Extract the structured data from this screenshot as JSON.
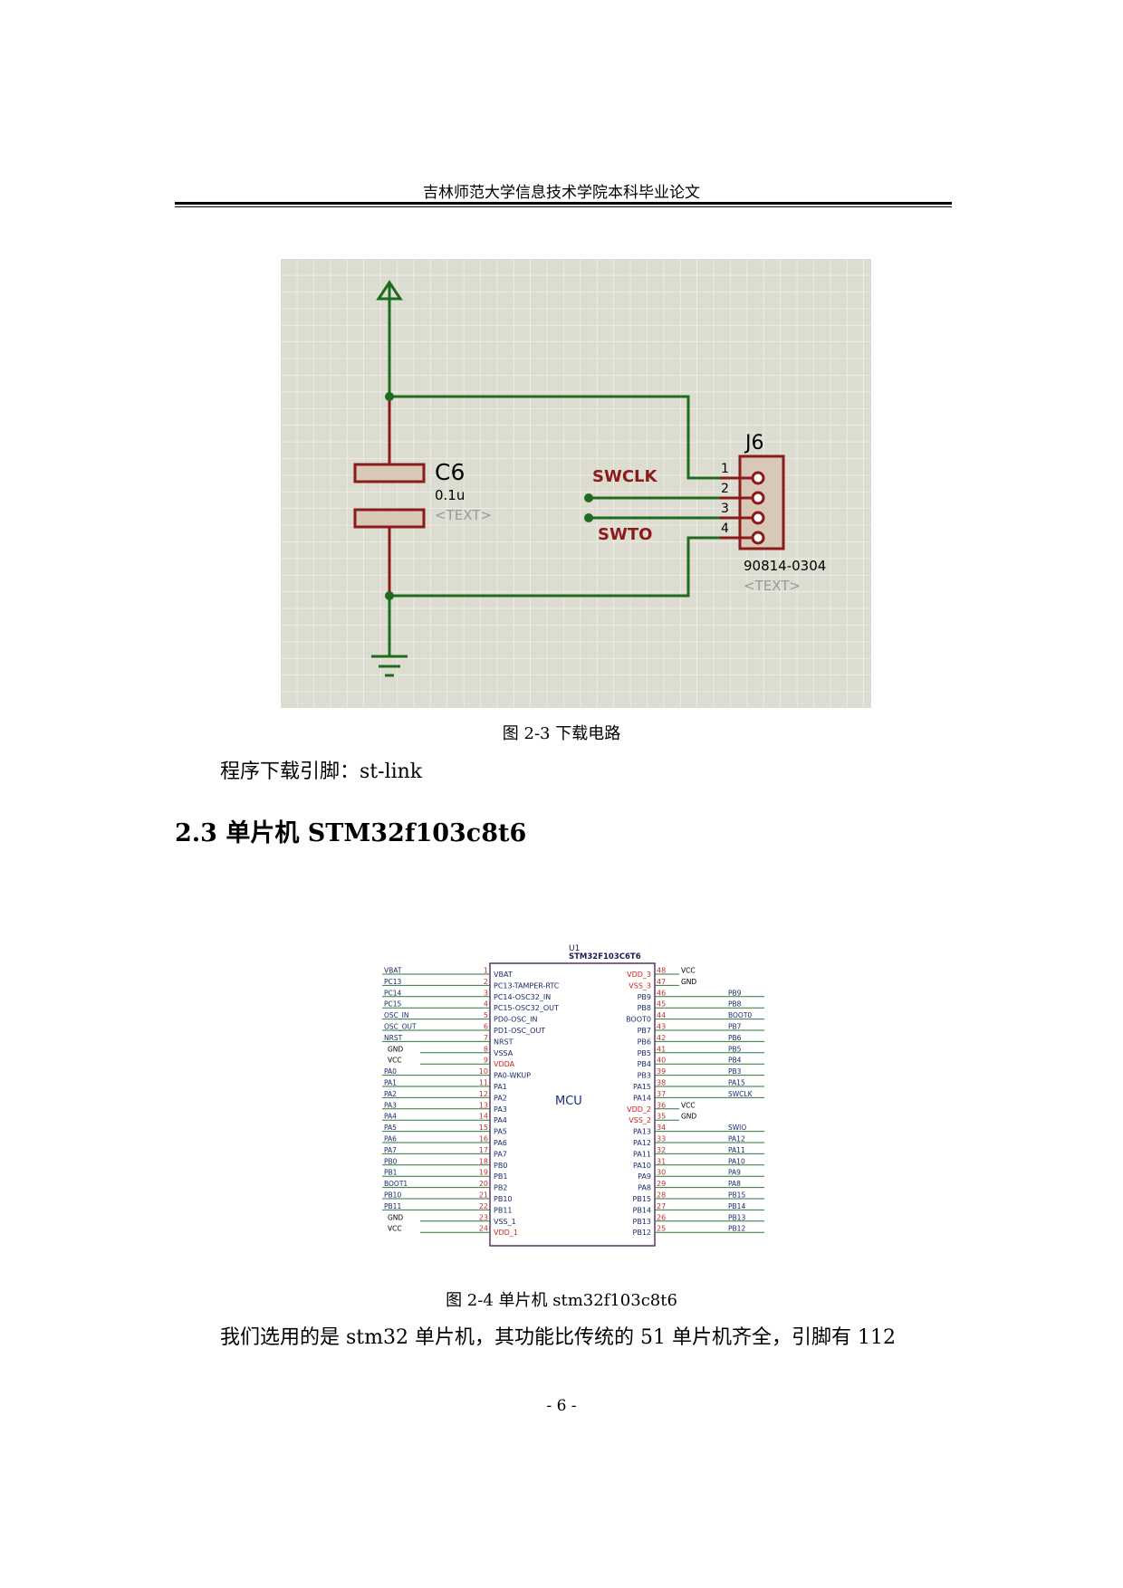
{
  "header": {
    "title": "吉林师范大学信息技术学院本科毕业论文"
  },
  "figure1": {
    "capacitor_ref": "C6",
    "capacitor_value": "0.1u",
    "capacitor_text": "<TEXT>",
    "connector_ref": "J6",
    "connector_part": "90814-0304",
    "connector_text": "<TEXT>",
    "net_swclk": "SWCLK",
    "net_swto": "SWTO",
    "pins": [
      "1",
      "2",
      "3",
      "4"
    ],
    "caption": "图 2-3 下载电路",
    "colors": {
      "wire": "#1f6b1f",
      "component": "#8b1a1a",
      "grid_bg": "#dcdcd0",
      "grid_line": "#f4f4ee"
    }
  },
  "paragraph1": "程序下载引脚：st-link",
  "section_heading": "2.3 单片机 STM32f103c8t6",
  "figure2": {
    "ref": "U1",
    "part": "STM32F103C6T6",
    "center_label": "MCU",
    "left_pins": [
      {
        "n": "1",
        "name": "VBAT",
        "net": "VBAT"
      },
      {
        "n": "2",
        "name": "PC13-TAMPER-RTC",
        "net": "PC13"
      },
      {
        "n": "3",
        "name": "PC14-OSC32_IN",
        "net": "PC14"
      },
      {
        "n": "4",
        "name": "PC15-OSC32_OUT",
        "net": "PC15"
      },
      {
        "n": "5",
        "name": "PD0-OSC_IN",
        "net": "OSC_IN"
      },
      {
        "n": "6",
        "name": "PD1-OSC_OUT",
        "net": "OSC_OUT"
      },
      {
        "n": "7",
        "name": "NRST",
        "net": "NRST"
      },
      {
        "n": "8",
        "name": "VSSA",
        "net": "GND"
      },
      {
        "n": "9",
        "name": "VDDA",
        "net": "VCC"
      },
      {
        "n": "10",
        "name": "PA0-WKUP",
        "net": "PA0"
      },
      {
        "n": "11",
        "name": "PA1",
        "net": "PA1"
      },
      {
        "n": "12",
        "name": "PA2",
        "net": "PA2"
      },
      {
        "n": "13",
        "name": "PA3",
        "net": "PA3"
      },
      {
        "n": "14",
        "name": "PA4",
        "net": "PA4"
      },
      {
        "n": "15",
        "name": "PA5",
        "net": "PA5"
      },
      {
        "n": "16",
        "name": "PA6",
        "net": "PA6"
      },
      {
        "n": "17",
        "name": "PA7",
        "net": "PA7"
      },
      {
        "n": "18",
        "name": "PB0",
        "net": "PB0"
      },
      {
        "n": "19",
        "name": "PB1",
        "net": "PB1"
      },
      {
        "n": "20",
        "name": "PB2",
        "net": "BOOT1"
      },
      {
        "n": "21",
        "name": "PB10",
        "net": "PB10"
      },
      {
        "n": "22",
        "name": "PB11",
        "net": "PB11"
      },
      {
        "n": "23",
        "name": "VSS_1",
        "net": "GND"
      },
      {
        "n": "24",
        "name": "VDD_1",
        "net": "VCC"
      }
    ],
    "right_pins": [
      {
        "n": "48",
        "name": "VDD_3",
        "net": "VCC"
      },
      {
        "n": "47",
        "name": "VSS_3",
        "net": "GND"
      },
      {
        "n": "46",
        "name": "PB9",
        "net": "PB9"
      },
      {
        "n": "45",
        "name": "PB8",
        "net": "PB8"
      },
      {
        "n": "44",
        "name": "BOOT0",
        "net": "BOOT0"
      },
      {
        "n": "43",
        "name": "PB7",
        "net": "PB7"
      },
      {
        "n": "42",
        "name": "PB6",
        "net": "PB6"
      },
      {
        "n": "41",
        "name": "PB5",
        "net": "PB5"
      },
      {
        "n": "40",
        "name": "PB4",
        "net": "PB4"
      },
      {
        "n": "39",
        "name": "PB3",
        "net": "PB3"
      },
      {
        "n": "38",
        "name": "PA15",
        "net": "PA15"
      },
      {
        "n": "37",
        "name": "PA14",
        "net": "SWCLK"
      },
      {
        "n": "36",
        "name": "VDD_2",
        "net": "VCC"
      },
      {
        "n": "35",
        "name": "VSS_2",
        "net": "GND"
      },
      {
        "n": "34",
        "name": "PA13",
        "net": "SWIO"
      },
      {
        "n": "33",
        "name": "PA12",
        "net": "PA12"
      },
      {
        "n": "32",
        "name": "PA11",
        "net": "PA11"
      },
      {
        "n": "31",
        "name": "PA10",
        "net": "PA10"
      },
      {
        "n": "30",
        "name": "PA9",
        "net": "PA9"
      },
      {
        "n": "29",
        "name": "PA8",
        "net": "PA8"
      },
      {
        "n": "28",
        "name": "PB15",
        "net": "PB15"
      },
      {
        "n": "27",
        "name": "PB14",
        "net": "PB14"
      },
      {
        "n": "26",
        "name": "PB13",
        "net": "PB13"
      },
      {
        "n": "25",
        "name": "PB12",
        "net": "PB12"
      }
    ],
    "caption": "图 2-4 单片机 stm32f103c8t6"
  },
  "paragraph2": "我们选用的是 stm32 单片机，其功能比传统的 51 单片机齐全，引脚有 112",
  "page_number": "- 6 -"
}
